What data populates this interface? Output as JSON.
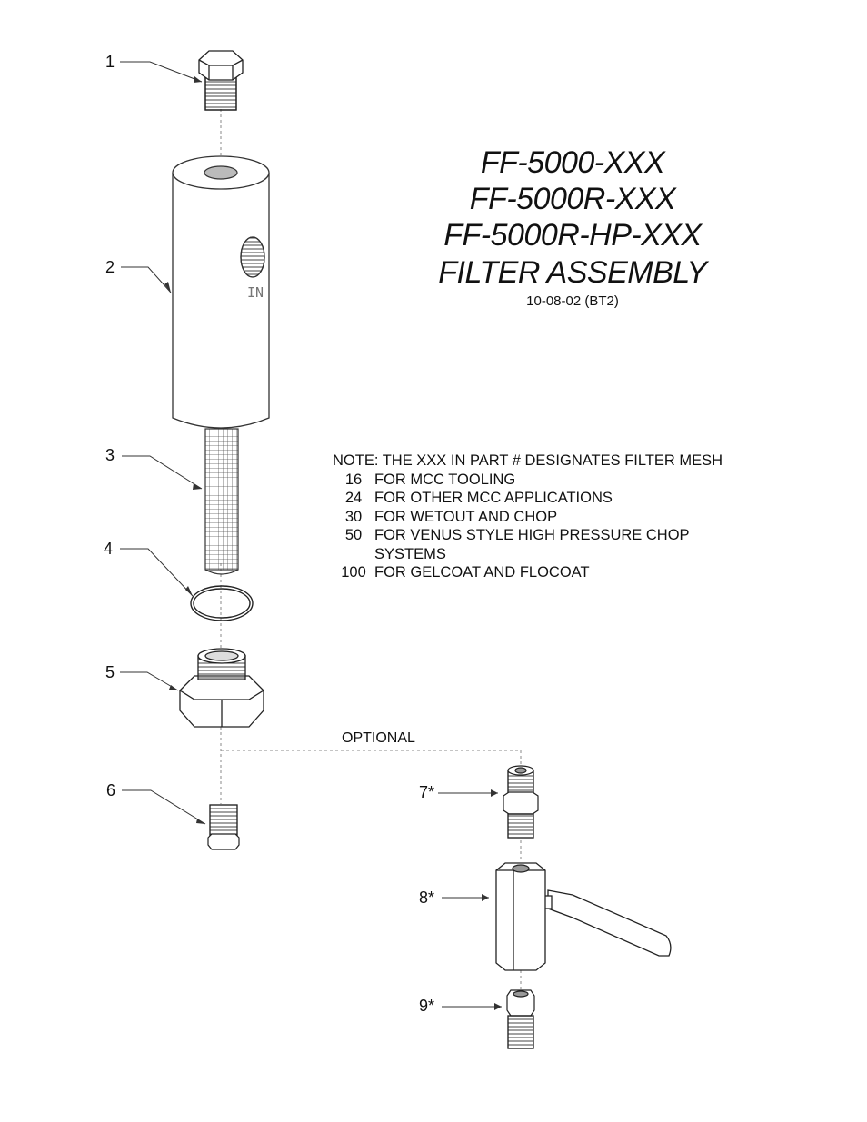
{
  "title": {
    "line1": "FF-5000-XXX",
    "line2": "FF-5000R-XXX",
    "line3": "FF-5000R-HP-XXX",
    "line4": "FILTER ASSEMBLY",
    "date": "10-08-02  (BT2)"
  },
  "note": {
    "heading": "NOTE:  THE XXX IN PART # DESIGNATES FILTER MESH",
    "rows": [
      {
        "mesh": "16",
        "text": "FOR MCC TOOLING"
      },
      {
        "mesh": "24",
        "text": "FOR OTHER MCC APPLICATIONS"
      },
      {
        "mesh": "30",
        "text": "FOR WETOUT AND CHOP"
      },
      {
        "mesh": "50",
        "text": "FOR VENUS STYLE HIGH PRESSURE CHOP"
      },
      {
        "mesh": "",
        "text": "SYSTEMS"
      },
      {
        "mesh": "100",
        "text": "FOR GELCOAT AND FLOCOAT"
      }
    ]
  },
  "callouts": {
    "c1": "1",
    "c2": "2",
    "c3": "3",
    "c4": "4",
    "c5": "5",
    "c6": "6",
    "c7": "7*",
    "c8": "8*",
    "c9": "9*"
  },
  "optional_label": "OPTIONAL",
  "inlet_label": "IN"
}
